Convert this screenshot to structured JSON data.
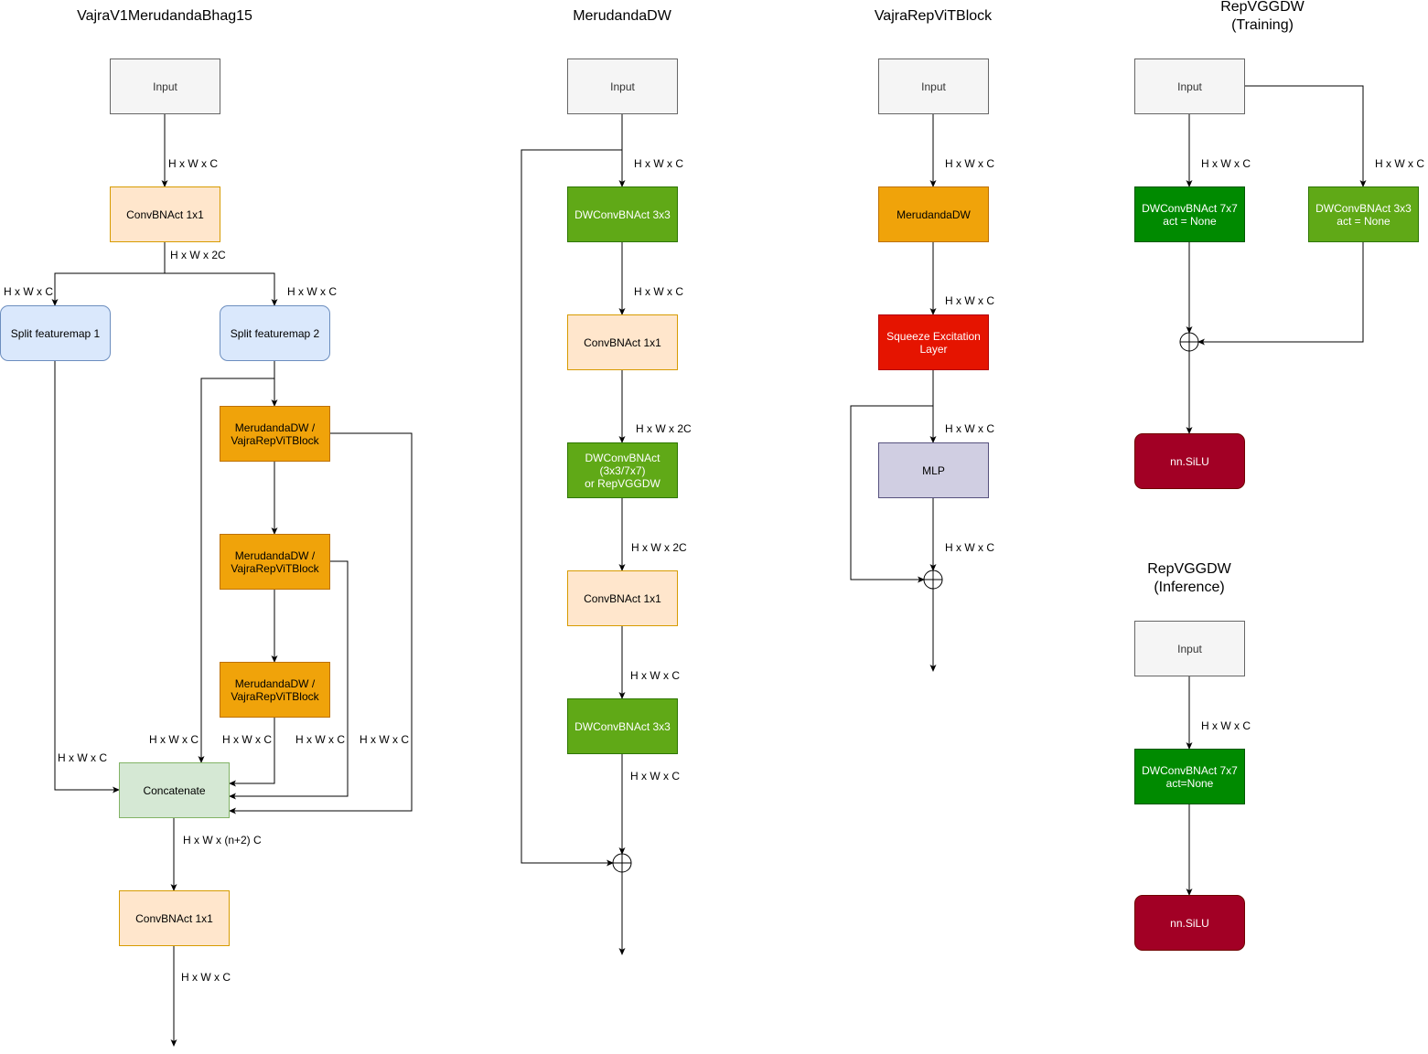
{
  "titles": {
    "vajra": "VajraV1MerudandaBhag15",
    "merudanda": "MerudandaDW",
    "repvit": "VajraRepViTBlock",
    "repvgg_train": "RepVGGDW\n(Training)",
    "repvgg_infer": "RepVGGDW\n(Inference)"
  },
  "vajra": {
    "input": "Input",
    "conv_in": "ConvBNAct 1x1",
    "split1": "Split featuremap 1",
    "split2": "Split featuremap 2",
    "block1": "MerudandaDW /\nVajraRepViTBlock",
    "block2": "MerudandaDW /\nVajraRepViTBlock",
    "block3": "MerudandaDW /\nVajraRepViTBlock",
    "concat": "Concatenate",
    "conv_out": "ConvBNAct 1x1",
    "labels": {
      "in": "H x W x C",
      "after_conv": "H x W x 2C",
      "split1": "H x W x C",
      "split2": "H x W x C",
      "skip_split1": "H x W x C",
      "skip_split2": "H x W x C",
      "b3_out": "H x W x C",
      "b2_out": "H x W x C",
      "b1_out": "H x W x C",
      "concat_out": "H x W x (n+2) C",
      "out": "H x W x C"
    }
  },
  "merudanda": {
    "input": "Input",
    "dw1": "DWConvBNAct 3x3",
    "conv1": "ConvBNAct 1x1",
    "dw2": "DWConvBNAct\n(3x3/7x7)\nor RepVGGDW",
    "conv2": "ConvBNAct 1x1",
    "dw3": "DWConvBNAct 3x3",
    "labels": {
      "l1": "H x W x C",
      "l2": "H x W x C",
      "l3": "H x W x 2C",
      "l4": "H x W x 2C",
      "l5": "H x W x C",
      "l6": "H x W x C"
    }
  },
  "repvit": {
    "input": "Input",
    "merudanda": "MerudandaDW",
    "se": "Squeeze Excitation\nLayer",
    "mlp": "MLP",
    "labels": {
      "l1": "H x W x C",
      "l2": "H x W x C",
      "l3": "H x W x C",
      "l4": "H x W x C"
    }
  },
  "repvgg_train": {
    "input": "Input",
    "dw7": "DWConvBNAct 7x7\nact = None",
    "dw3": "DWConvBNAct 3x3\nact = None",
    "act": "nn.SiLU",
    "labels": {
      "l1": "H x W x C",
      "l2": "H x W x C"
    }
  },
  "repvgg_infer": {
    "input": "Input",
    "dw7": "DWConvBNAct 7x7\nact=None",
    "act": "nn.SiLU",
    "labels": {
      "l1": "H x W x C"
    }
  }
}
